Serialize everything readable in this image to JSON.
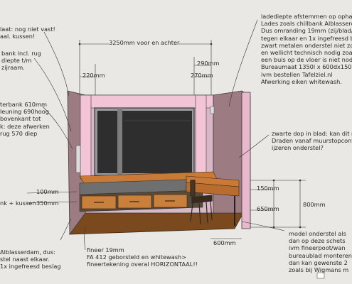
{
  "colors": {
    "background": "#e9e8e4",
    "wall_pink": "#9c7c82",
    "wall_pink_light": "#e8b9cc",
    "frame_pink": "#f2c4d6",
    "window_dark": "#2e2e2e",
    "floor_wood": "#7a4a1e",
    "bench_top": "#6f6f6f",
    "drawer_orange": "#c8803c",
    "desk_orange": "#c97a36",
    "leader_line": "#333333"
  },
  "notes": {
    "top_left": "laat: nog niet vast!\naal. kussen!",
    "left_mid1": "bank incl. rug\ndiepte t/m\nzijraam.",
    "left_mid2": "terbank 610mm\nleuning 690hoog\nbovenkant tot\nk: deze afwerken\nrug 570 diep",
    "left_bank": "nk + kussen",
    "bottom_left": "Alblasserdam, dus:\nstel naast elkaar.\n1x ingefreesd beslag",
    "bottom_mid": "fineer 19mm\nFA 412 geborsteld en whitewash>\nfineertekening overal HORIZONTAAL!!",
    "top_right": "ladediepte afstemmen op opha\nLades zoals chillbank Alblasserd\nDus omranding 19mm (zij/blad/o\ntegen elkaar en 1x ingefreesd be\nzwart metalen onderstel niet zoa\nen wellicht technisch nodig zoals\neen buis op de vloer is niet nodig\nBureaumaat 1350l x 600dx150 h\nivm bestellen Tafelziel.nl\nAfwerking eiken whitewash.",
    "right_mid": "zwarte dop in blad: kan dit m\nDraden vanaf muurstopconta\nijzeren onderstel?",
    "bottom_right": "model onderstel als\ndan op deze schets\nivm fineerpoot/wan\nbureaublad monteren\ndan kan gewenste 2\nzoals bij Wigmans m"
  },
  "dimensions": {
    "width_total": "3250mm voor en achter",
    "left_top": "220mm",
    "right_top_1": "290mm",
    "right_top_2": "270mm",
    "bench_depth": "100mm",
    "bench_height": "350mm",
    "desk_thickness": "150mm",
    "desk_leg": "650mm",
    "desk_height": "800mm",
    "desk_depth": "600mm"
  }
}
